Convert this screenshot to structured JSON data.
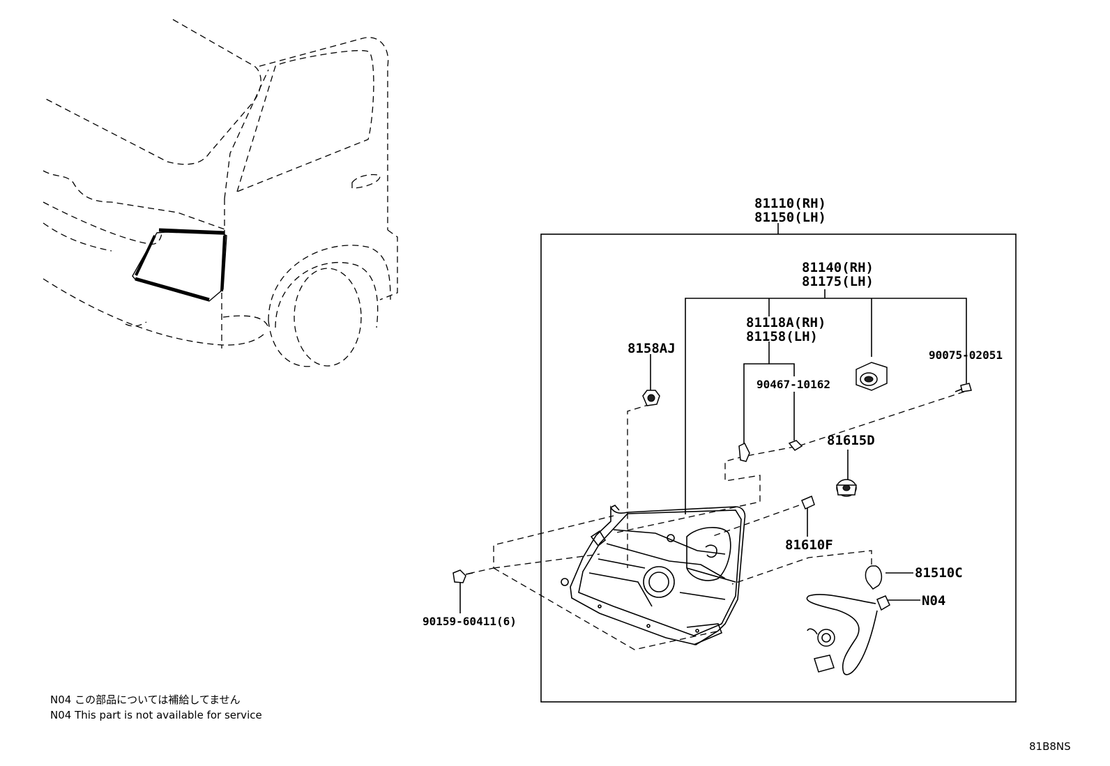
{
  "labels": {
    "assembly_rh": "81110(RH)",
    "assembly_lh": "81150(LH)",
    "housing_rh": "81140(RH)",
    "housing_lh": "81175(LH)",
    "bracket_rh": "81118A(RH)",
    "bracket_lh": "81158(LH)",
    "nut": "8158AJ",
    "screw_right": "90075-02051",
    "screw_small": "90467-10162",
    "socket": "81615D",
    "bulb_wedge": "81610F",
    "bulb": "81510C",
    "wire": "N04",
    "mount_screw": "90159-60411(6)"
  },
  "notes": [
    "N04  この部品については補給してません",
    "N04  This part is not available for service"
  ],
  "diagram_code": "81B8NS"
}
